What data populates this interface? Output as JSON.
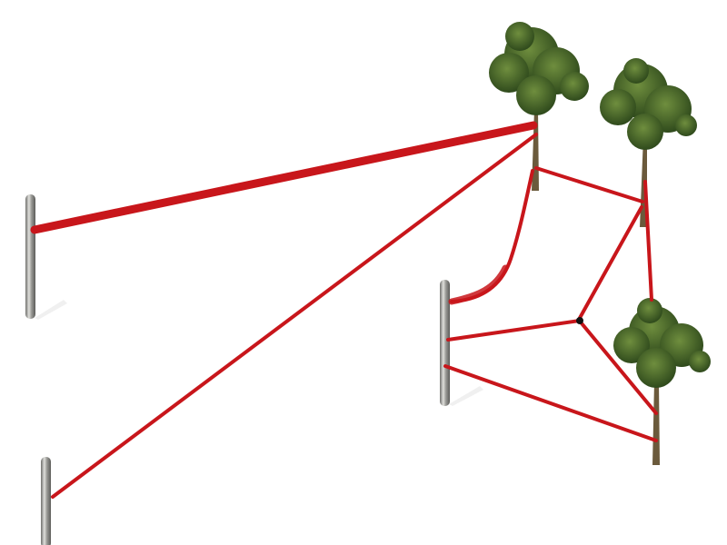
{
  "scene": {
    "background": "#ffffff",
    "rope_color": "#c8161b",
    "post_color": "#a9a9a6",
    "foliage_color": "#4a6a2a",
    "trunk_color": "#6b5a3c",
    "posts": [
      "post-left-top",
      "post-middle",
      "post-left-bottom"
    ],
    "trees": [
      "tree-top-center",
      "tree-right-top",
      "tree-right-bottom"
    ]
  }
}
